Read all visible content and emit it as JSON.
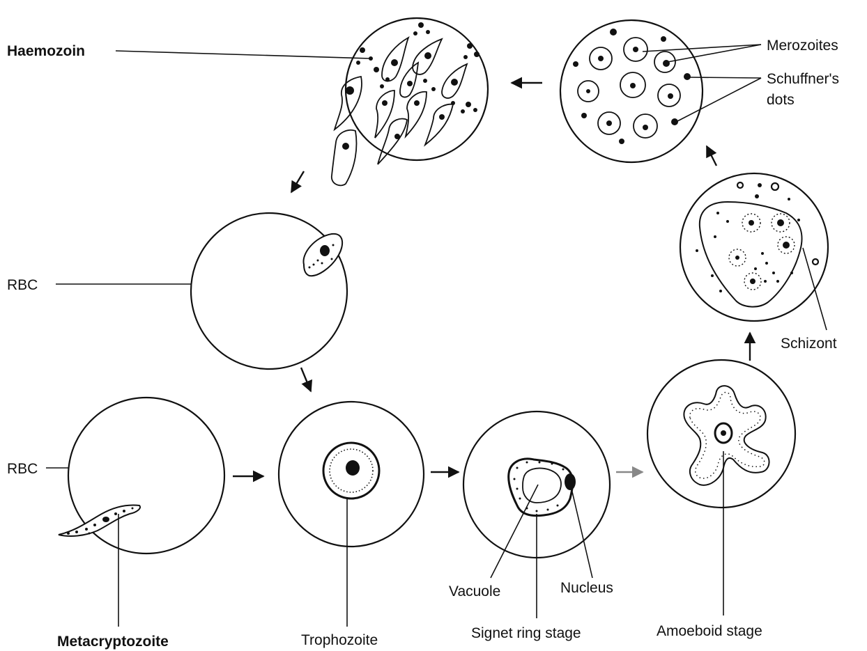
{
  "labels": {
    "haemozoin": "Haemozoin",
    "merozoites": "Merozoites",
    "schuffners_line1": "Schuffner's",
    "schuffners_line2": "dots",
    "rbc_top": "RBC",
    "rbc_bottom": "RBC",
    "schizont": "Schizont",
    "metacryptozoite": "Metacryptozoite",
    "trophozoite": "Trophozoite",
    "vacuole": "Vacuole",
    "nucleus": "Nucleus",
    "signet_ring_stage": "Signet ring stage",
    "amoeboid_stage": "Amoeboid stage"
  },
  "colors": {
    "ink": "#111111",
    "background": "#ffffff",
    "faint_arrow": "#888888"
  }
}
